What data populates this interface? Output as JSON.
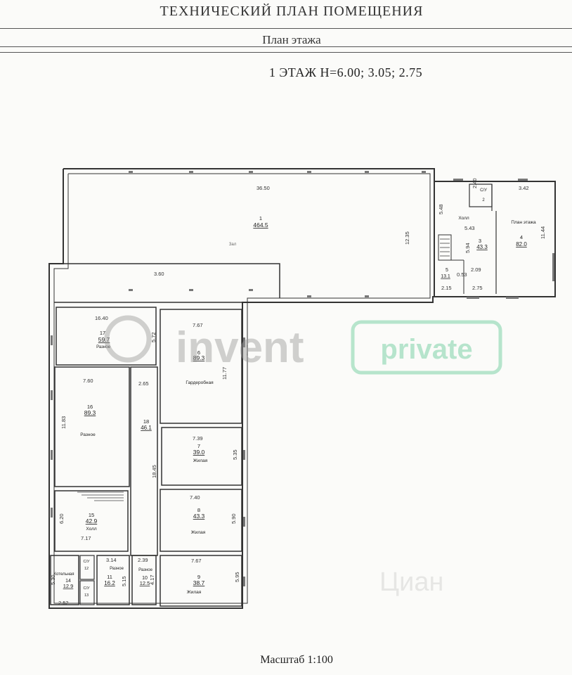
{
  "header": {
    "title": "ТЕХНИЧЕСКИЙ ПЛАН ПОМЕЩЕНИЯ",
    "subtitle": "План этажа",
    "floor": "1 ЭТАЖ  H=6.00; 3.05; 2.75"
  },
  "footer": {
    "scale": "Масштаб 1:100"
  },
  "watermark": {
    "invent": "invent",
    "private": "private",
    "cian": "Циан",
    "invent_color": "#9a9a9a",
    "private_color": "#7fd3a8"
  },
  "rooms": [
    {
      "id": "r1",
      "number": "1",
      "area": "464.5",
      "name": "Зал"
    },
    {
      "id": "r2",
      "number": "2",
      "area": "2",
      "name": "С/У"
    },
    {
      "id": "r3",
      "number": "3",
      "area": "43.3",
      "name": "Холл"
    },
    {
      "id": "r4",
      "number": "4",
      "area": "82.0",
      "name": "План этажа"
    },
    {
      "id": "r5",
      "number": "5",
      "area": "13.1",
      "name": ""
    },
    {
      "id": "r6",
      "number": "6",
      "area": "89.3",
      "name": "Гардеробная"
    },
    {
      "id": "r7",
      "number": "7",
      "area": "39.0",
      "name": "Жилая"
    },
    {
      "id": "r8",
      "number": "8",
      "area": "43.3",
      "name": "Жилая"
    },
    {
      "id": "r9",
      "number": "9",
      "area": "38.7",
      "name": "Жилая"
    },
    {
      "id": "r10",
      "number": "10",
      "area": "12.5",
      "name": "Разное"
    },
    {
      "id": "r11",
      "number": "11",
      "area": "16.2",
      "name": "Разное"
    },
    {
      "id": "r12",
      "number": "12",
      "area": "",
      "name": "С/У"
    },
    {
      "id": "r13",
      "number": "13",
      "area": "",
      "name": "С/У"
    },
    {
      "id": "r14",
      "number": "14",
      "area": "12.9",
      "name": "Котельная"
    },
    {
      "id": "r15",
      "number": "15",
      "area": "42.9",
      "name": "Холл"
    },
    {
      "id": "r16",
      "number": "16",
      "area": "89.3",
      "name": "Разное"
    },
    {
      "id": "r17",
      "number": "17",
      "area": "59.7",
      "name": "Разное"
    },
    {
      "id": "r18",
      "number": "18",
      "area": "46.1",
      "name": ""
    }
  ],
  "dimensions": {
    "d1": "36.50",
    "d2": "12.35",
    "d3": "3.60",
    "d4": "5.48",
    "d5": "2.40",
    "d6": "3.42",
    "d7": "5.43",
    "d8": "11.44",
    "d9": "5.94",
    "d10": "2.09",
    "d11": "0.53",
    "d12": "2.15",
    "d13": "2.75",
    "d14": "16.40",
    "d15": "5.72",
    "d16": "7.67",
    "d17": "11.77",
    "d18": "7.60",
    "d19": "11.83",
    "d20": "2.65",
    "d21": "18.45",
    "d22": "7.39",
    "d23": "5.35",
    "d24": "7.40",
    "d25": "5.90",
    "d26": "6.20",
    "d27": "7.17",
    "d28": "7.67",
    "d29": "5.95",
    "d30": "3.14",
    "d31": "5.15",
    "d32": "2.39",
    "d33": "5.30",
    "d34": "2.52",
    "d35": "4.17"
  }
}
